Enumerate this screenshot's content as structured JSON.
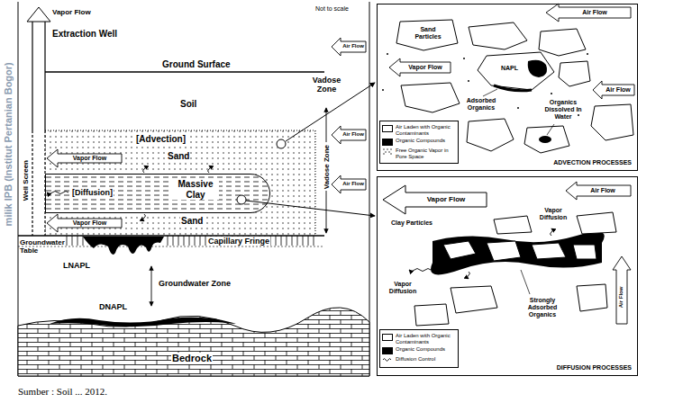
{
  "diagram": {
    "caption": "Sumber : Soil ... 2012.",
    "nodes": [
      {
        "text": [
          "[Diffusion]",
          "Massive Clay"
        ]
      },
      {
        "text": [
          "ADVECTION PROCESSES"
        ]
      },
      {
        "text": [
          "DIFFUSION PROCESSES"
        ]
      }
    ],
    "labels": [
      "milik IPB (Institut Pertanian Bogor)",
      "Not to scale",
      "Vapor Flow",
      "Extraction Well",
      "Ground Surface",
      "Soil",
      "Vadose Zone",
      "[Advection]",
      "Sand",
      "Vapor Flow",
      "Well Screen",
      "Vadose Zone",
      "Sand",
      "Vapor Flow",
      "Air Flow",
      "Air Flow",
      "Air Flow",
      "Groundwater Table",
      "Capillary Fringe",
      "LNAPL",
      "Groundwater Zone",
      "DNAPL",
      "Bedrock",
      "Air Flow",
      "Sand Particles",
      "Vapor Flow",
      "NAPL",
      "Air Flow",
      "Adsorbed Organics",
      "Organics Dissolved In Water",
      "Vapor Flow",
      "Air Flow",
      "Clay Particles",
      "Vapor Diffusion",
      "Vapor Diffusion",
      "Strongly Adsorbed Organics",
      "Air Flow"
    ],
    "legend": [
      {
        "text": "Air Laden with Organic Contaminants",
        "color": "#ffffff"
      },
      {
        "text": "Organic Compounds",
        "color": "#000000"
      },
      {
        "text": "Free Organic Vapor in Pore Space"
      },
      {
        "text": "Air Laden with Organic Contaminants",
        "color": "#ffffff"
      },
      {
        "text": "Organic Compounds",
        "color": "#000000"
      },
      {
        "text": "Diffusion Control"
      }
    ]
  }
}
